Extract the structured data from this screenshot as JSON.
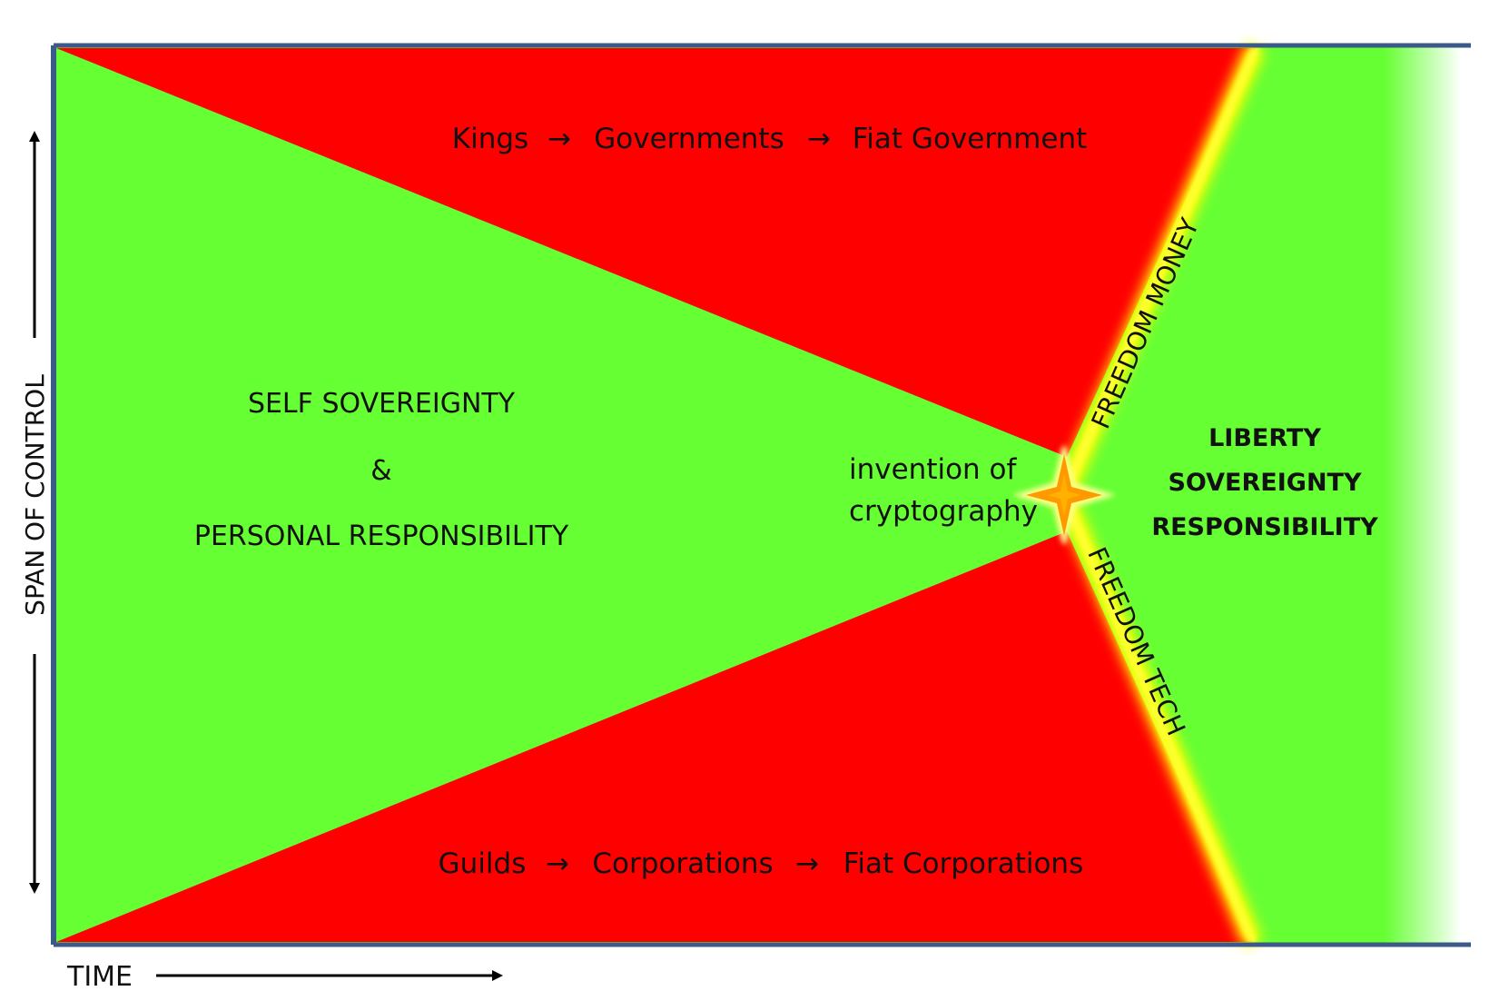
{
  "diagram": {
    "top_band": {
      "items": [
        "Kings",
        "Governments",
        "Fiat Government"
      ],
      "arrow": "→"
    },
    "bottom_band": {
      "items": [
        "Guilds",
        "Corporations",
        "Fiat Corporations"
      ],
      "arrow": "→"
    },
    "left_region": {
      "line1": "SELF SOVEREIGNTY",
      "line2": "&",
      "line3": "PERSONAL RESPONSIBILITY"
    },
    "event": {
      "line1": "invention of",
      "line2": "cryptography"
    },
    "right_region": {
      "line1": "LIBERTY",
      "line2": "SOVEREIGNTY",
      "line3": "RESPONSIBILITY"
    },
    "upper_path_label": "FREEDOM MONEY",
    "lower_path_label": "FREEDOM TECH",
    "y_axis_label": "SPAN OF CONTROL",
    "x_axis_label": "TIME",
    "colors": {
      "green": "#66ff33",
      "red": "#ff0000",
      "yellow": "#ffff00",
      "frame": "#3b5a8a",
      "text": "#111111"
    }
  }
}
